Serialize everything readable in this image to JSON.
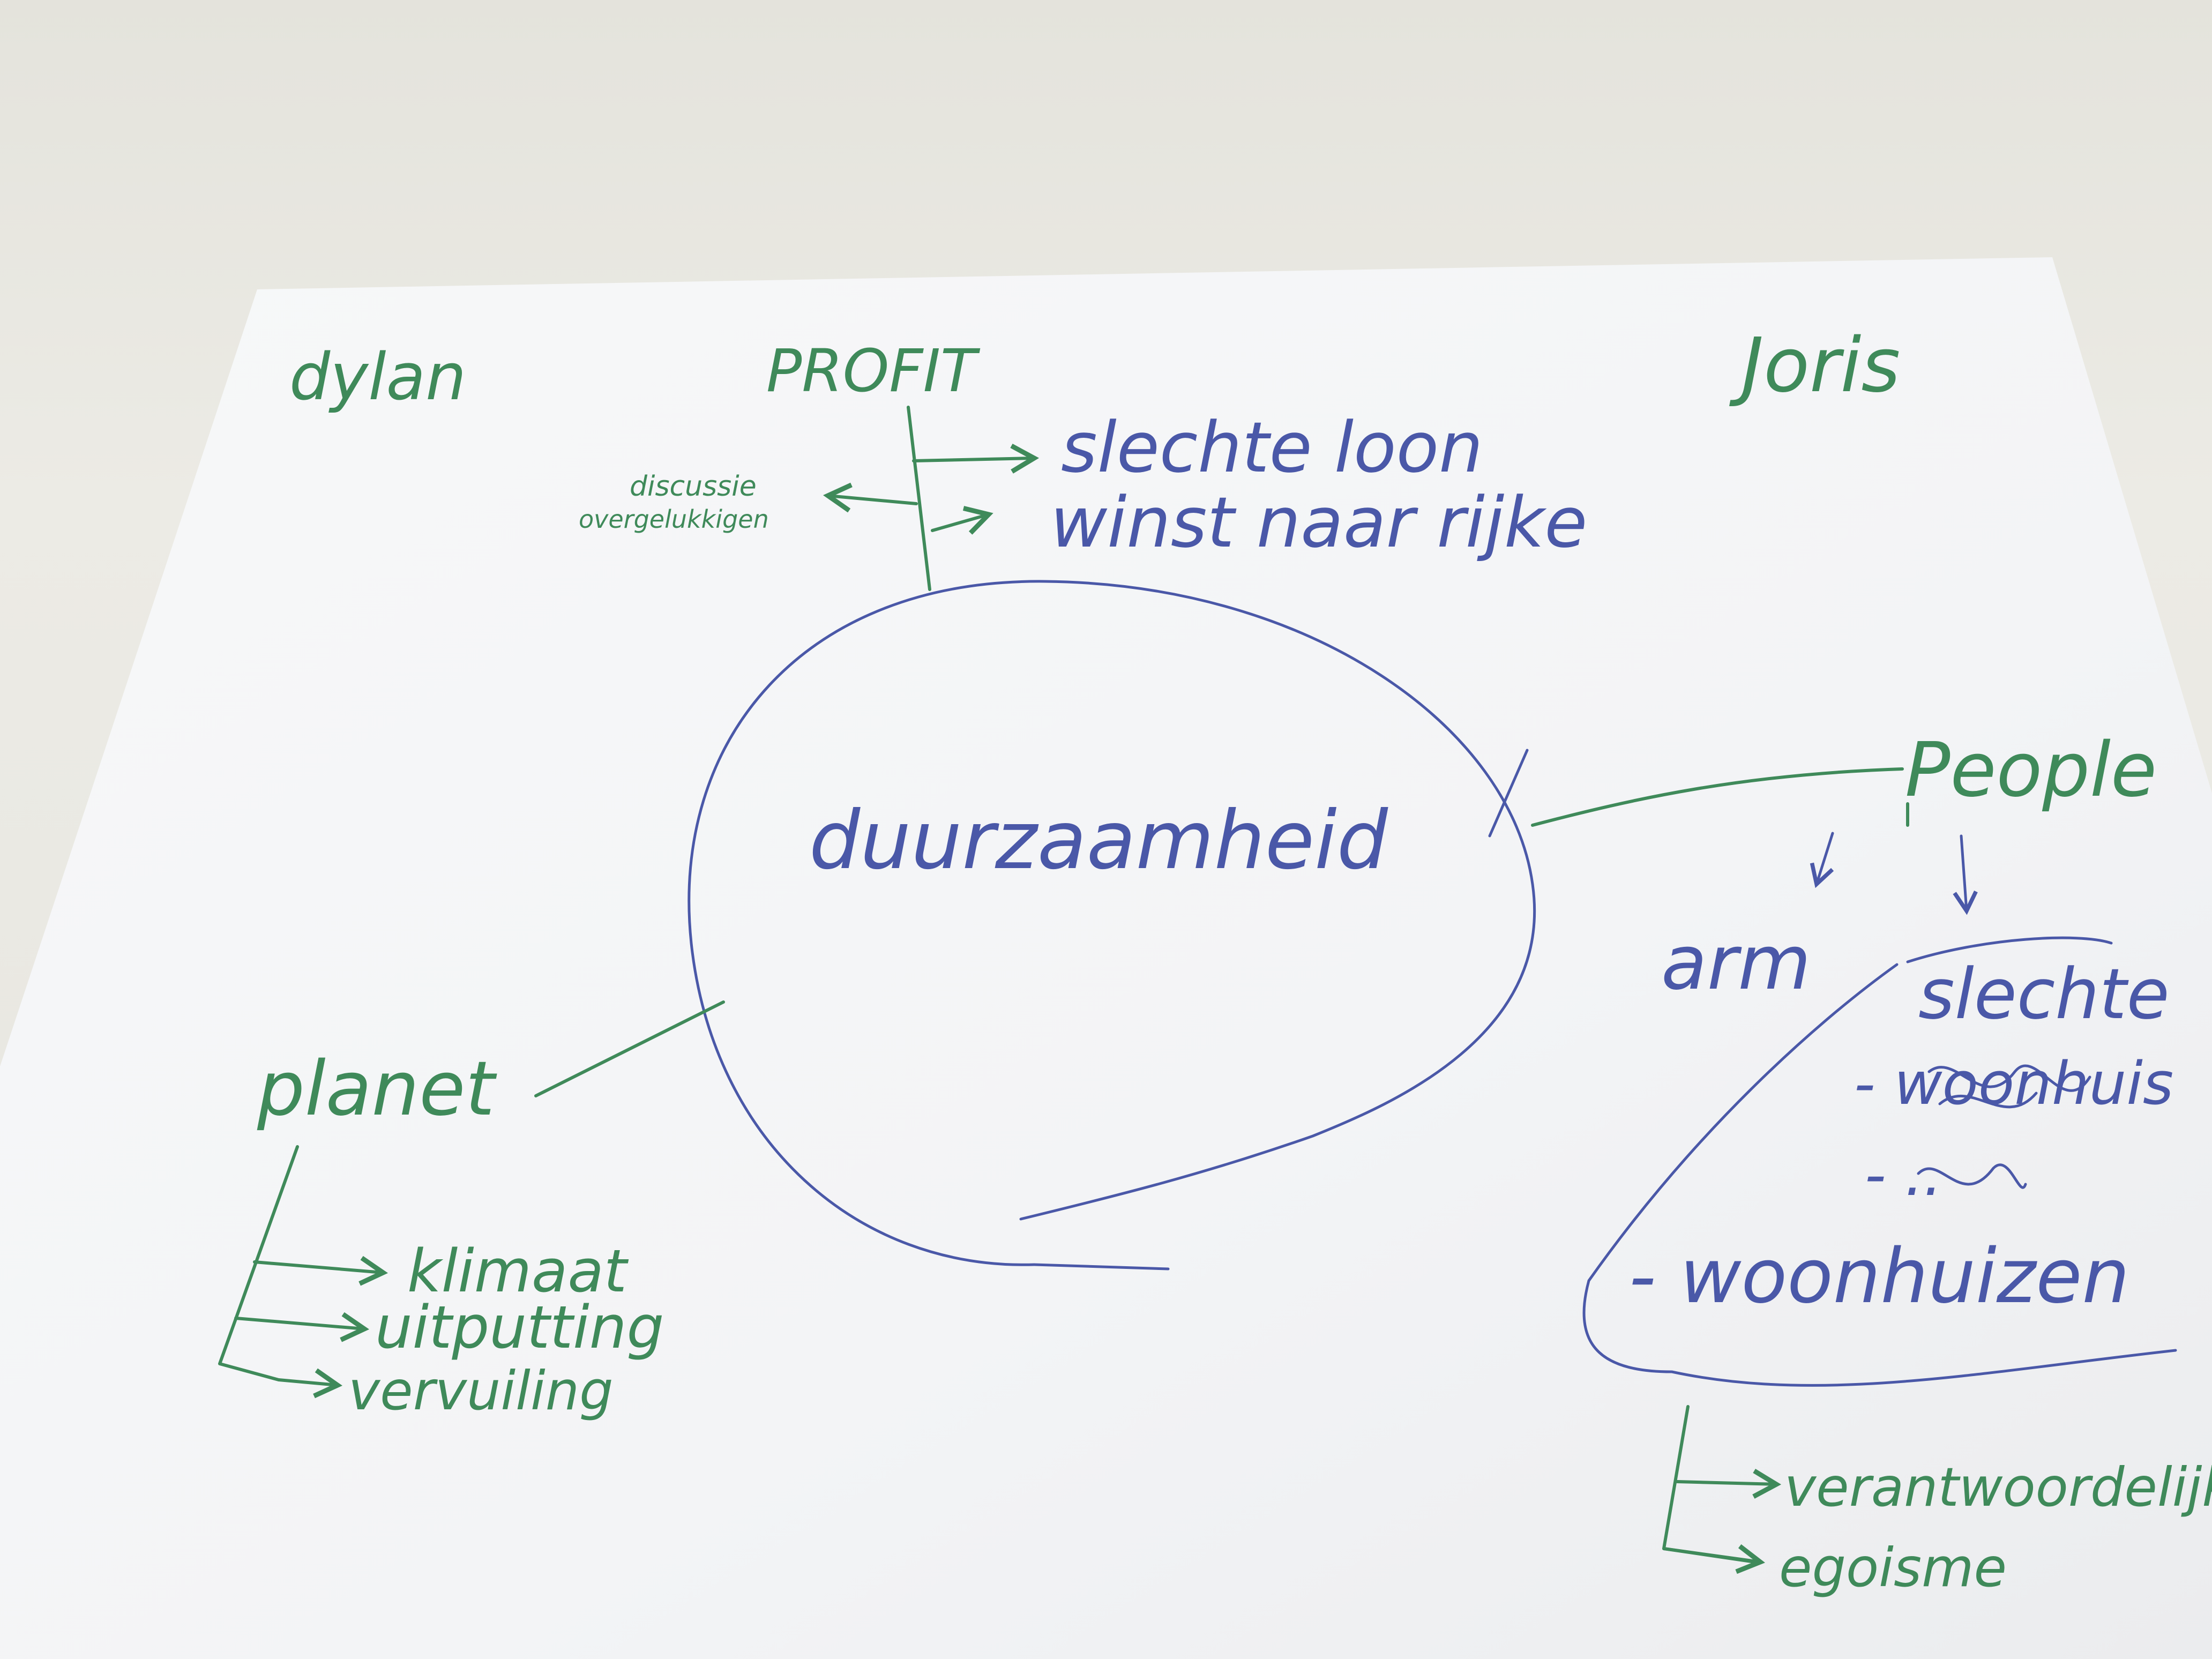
{
  "center": {
    "label": "duurzaamheid"
  },
  "corners": {
    "top_left_signature": "dylan",
    "top_right_name": "Joris"
  },
  "profit": {
    "heading": "PROFIT",
    "side_note_line1": "discussie",
    "side_note_line2": "overgelukkigen",
    "items": [
      "slechte loon",
      "winst naar rijke"
    ]
  },
  "people": {
    "heading": "People",
    "side_label": "arm",
    "blob_items": [
      "slechte",
      "- woonhuis",
      "- ..",
      "- woonhuizen"
    ],
    "sub_items": [
      "verantwoordelijk",
      "egoisme"
    ]
  },
  "planet": {
    "heading": "planet",
    "items": [
      "klimaat",
      "uitputting",
      "vervuiling"
    ]
  },
  "colors": {
    "green_ink": "#3f8a5a",
    "blue_ink": "#4a58a8",
    "paper": "#f6f7f8",
    "background": "#e8e7e1"
  },
  "icons": [
    "arrow-right-icon",
    "arrow-left-icon",
    "arrow-down-icon"
  ]
}
